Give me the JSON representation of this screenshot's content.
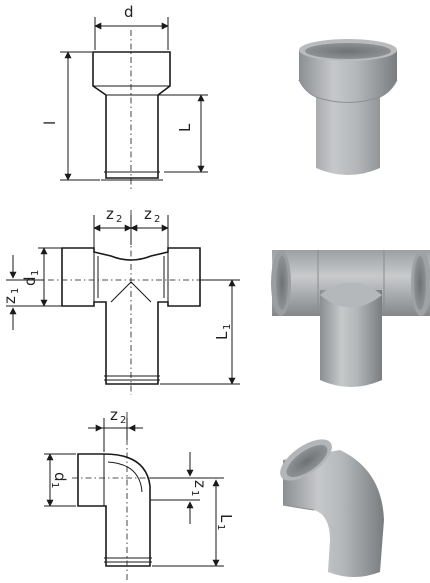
{
  "figures": [
    {
      "name": "socket reducer",
      "labels": {
        "d": "d",
        "l": "l",
        "L": "L"
      }
    },
    {
      "name": "double socket tee",
      "labels": {
        "z2_left": "z",
        "z2_left_sub": "2",
        "z2_right": "z",
        "z2_right_sub": "2",
        "z1": "z",
        "z1_sub": "1",
        "d1": "d",
        "d1_sub": "1",
        "L1": "L",
        "L1_sub": "1"
      }
    },
    {
      "name": "elbow 90",
      "labels": {
        "z2": "z",
        "z2_sub": "2",
        "d1": "d",
        "d1_sub": "1",
        "z1": "z",
        "z1_sub": "1",
        "L1": "L",
        "L1_sub": "1"
      }
    }
  ],
  "colors": {
    "line": "#1a1a1a",
    "pvc_light": "#c9cbcd",
    "pvc_mid": "#a3a6a9",
    "pvc_dark": "#7e8184"
  }
}
